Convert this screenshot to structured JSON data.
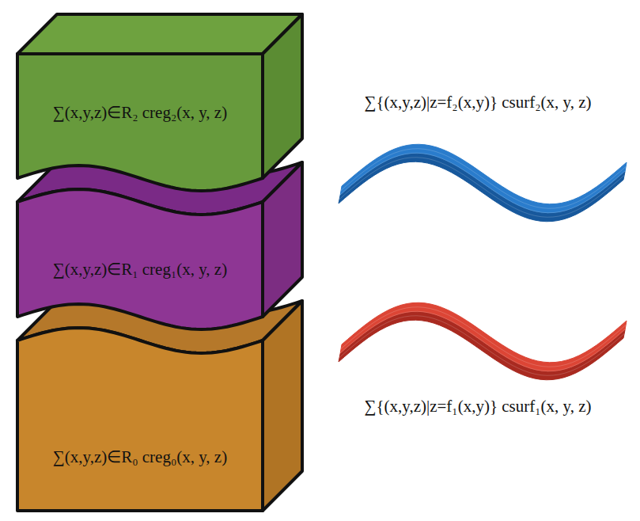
{
  "diagram": {
    "nodes": [
      {
        "text": [
          "∑(x,y,z)∈R₂ creg₂(x, y, z)"
        ]
      },
      {
        "text": [
          "∑{(x,y,z)|z=f₂(x,y)} csurf₂(x, y, z)"
        ]
      },
      {
        "text": [
          "∑(x,y,z)∈R₁ creg₁(x, y, z)"
        ]
      },
      {
        "text": [
          "∑{(x,y,z)|z=f₁(x,y)} csurf₁(x, y, z)"
        ]
      },
      {
        "text": [
          "∑(x,y,z)∈R₀ creg₀(x, y, z)"
        ]
      }
    ]
  }
}
